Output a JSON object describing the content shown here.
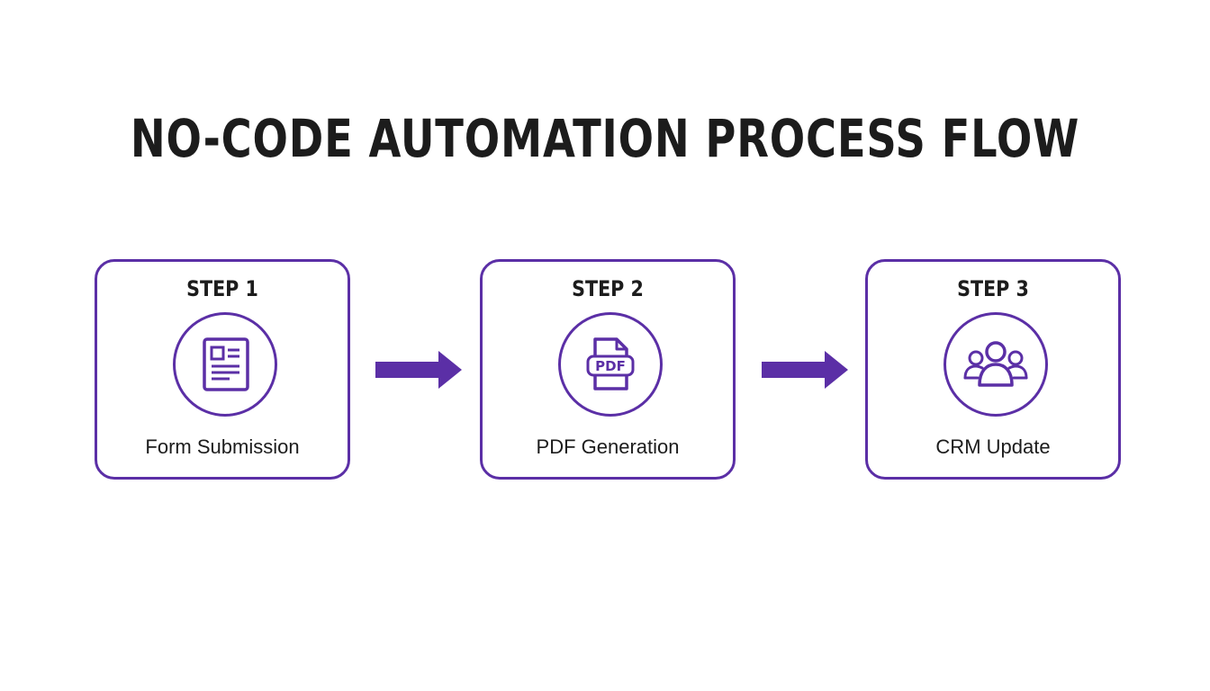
{
  "title": "NO-CODE AUTOMATION PROCESS FLOW",
  "accent_color": "#5b2fa6",
  "steps": [
    {
      "label": "STEP 1",
      "name": "Form Submission",
      "icon": "form-document-icon"
    },
    {
      "label": "STEP 2",
      "name": "PDF Generation",
      "icon": "pdf-file-icon",
      "icon_text": "PDF"
    },
    {
      "label": "STEP 3",
      "name": "CRM Update",
      "icon": "users-group-icon"
    }
  ]
}
